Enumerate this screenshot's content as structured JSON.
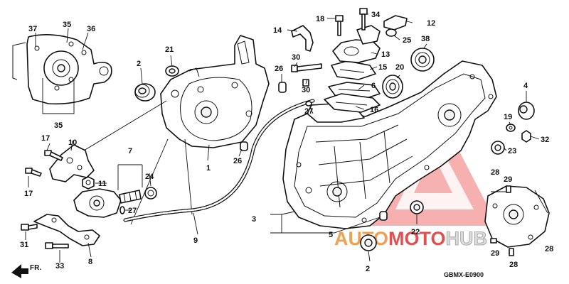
{
  "figure_code": "GBMX-E0900",
  "front_arrow_label": "FR.",
  "watermark": {
    "text_segments": [
      "AUTO",
      "MOTO",
      "HUB"
    ],
    "colors": [
      "#f0a050",
      "#e05050",
      "#e3e3e3"
    ],
    "triangle_color": "#ee7070"
  },
  "callouts": {
    "p1": "1",
    "p2a": "2",
    "p2b": "2",
    "p3": "3",
    "p4": "4",
    "p5": "5",
    "p6": "6",
    "p7": "7",
    "p8": "8",
    "p9": "9",
    "p10": "10",
    "p11": "11",
    "p12": "12",
    "p13": "13",
    "p14": "14",
    "p15": "15",
    "p16": "16",
    "p17a": "17",
    "p17b": "17",
    "p18": "18",
    "p19": "19",
    "p20": "20",
    "p21": "21",
    "p22": "22",
    "p23": "23",
    "p24": "24",
    "p25": "25",
    "p26a": "26",
    "p26b": "26",
    "p27a": "27",
    "p27b": "27",
    "p28a": "28",
    "p28b": "28",
    "p28c": "28",
    "p29a": "29",
    "p29b": "29",
    "p30a": "30",
    "p30b": "30",
    "p31": "31",
    "p32": "32",
    "p33": "33",
    "p34": "34",
    "p35a": "35",
    "p35b": "35",
    "p36": "36",
    "p37": "37",
    "p38": "38"
  }
}
